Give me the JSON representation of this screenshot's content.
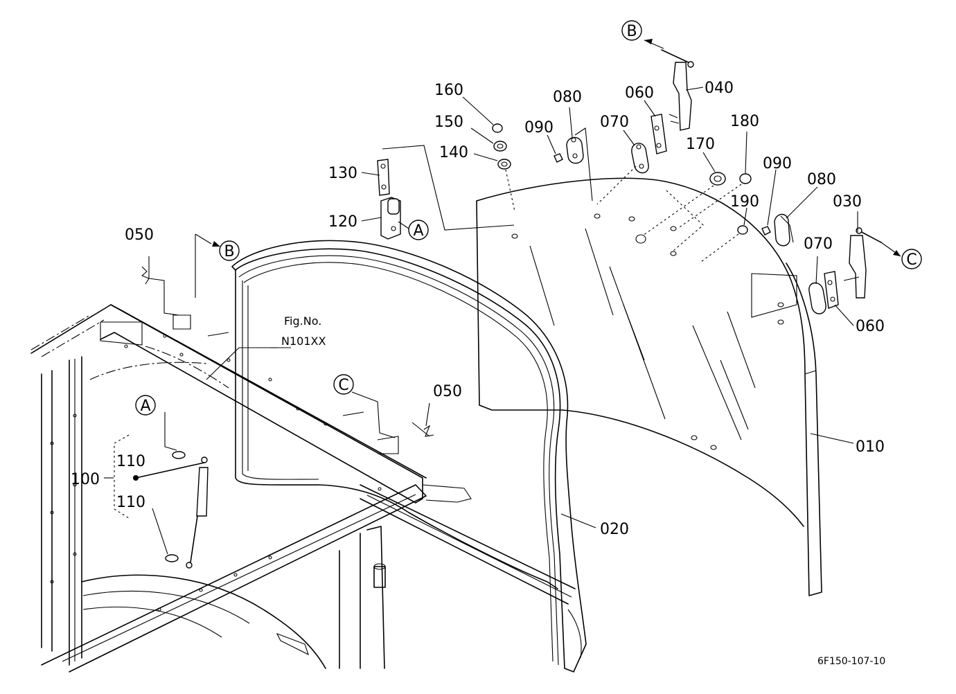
{
  "drawing_ref": "6F150-107-10",
  "fig_ref": {
    "line1": "Fig.No.",
    "line2": "N101XX"
  },
  "callouts": {
    "A": "A",
    "B": "B",
    "C": "C"
  },
  "parts": {
    "p010": "010",
    "p020": "020",
    "p030": "030",
    "p040": "040",
    "p050": "050",
    "p060": "060",
    "p070": "070",
    "p080": "080",
    "p090": "090",
    "p100": "100",
    "p110": "110",
    "p120": "120",
    "p130": "130",
    "p140": "140",
    "p150": "150",
    "p160": "160",
    "p170": "170",
    "p180": "180",
    "p190": "190"
  }
}
